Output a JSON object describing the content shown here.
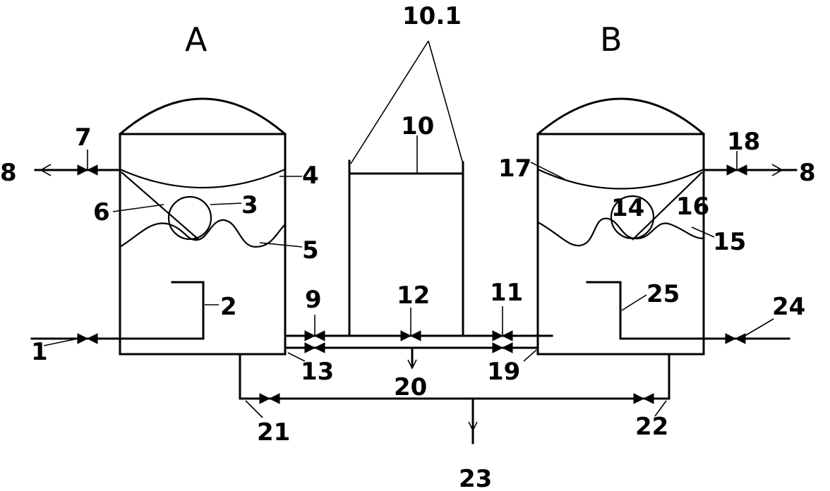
{
  "tanks": {
    "a": "A",
    "b": "B"
  },
  "labels": {
    "l1": "1",
    "l2": "2",
    "l3": "3",
    "l4": "4",
    "l5": "5",
    "l6": "6",
    "l7": "7",
    "l8_left": "8",
    "l8_right": "8",
    "l9": "9",
    "l10": "10",
    "l10_1": "10.1",
    "l11": "11",
    "l12": "12",
    "l13": "13",
    "l14": "14",
    "l15": "15",
    "l16": "16",
    "l17": "17",
    "l18": "18",
    "l19": "19",
    "l20": "20",
    "l21": "21",
    "l22": "22",
    "l23": "23",
    "l24": "24",
    "l25": "25"
  }
}
